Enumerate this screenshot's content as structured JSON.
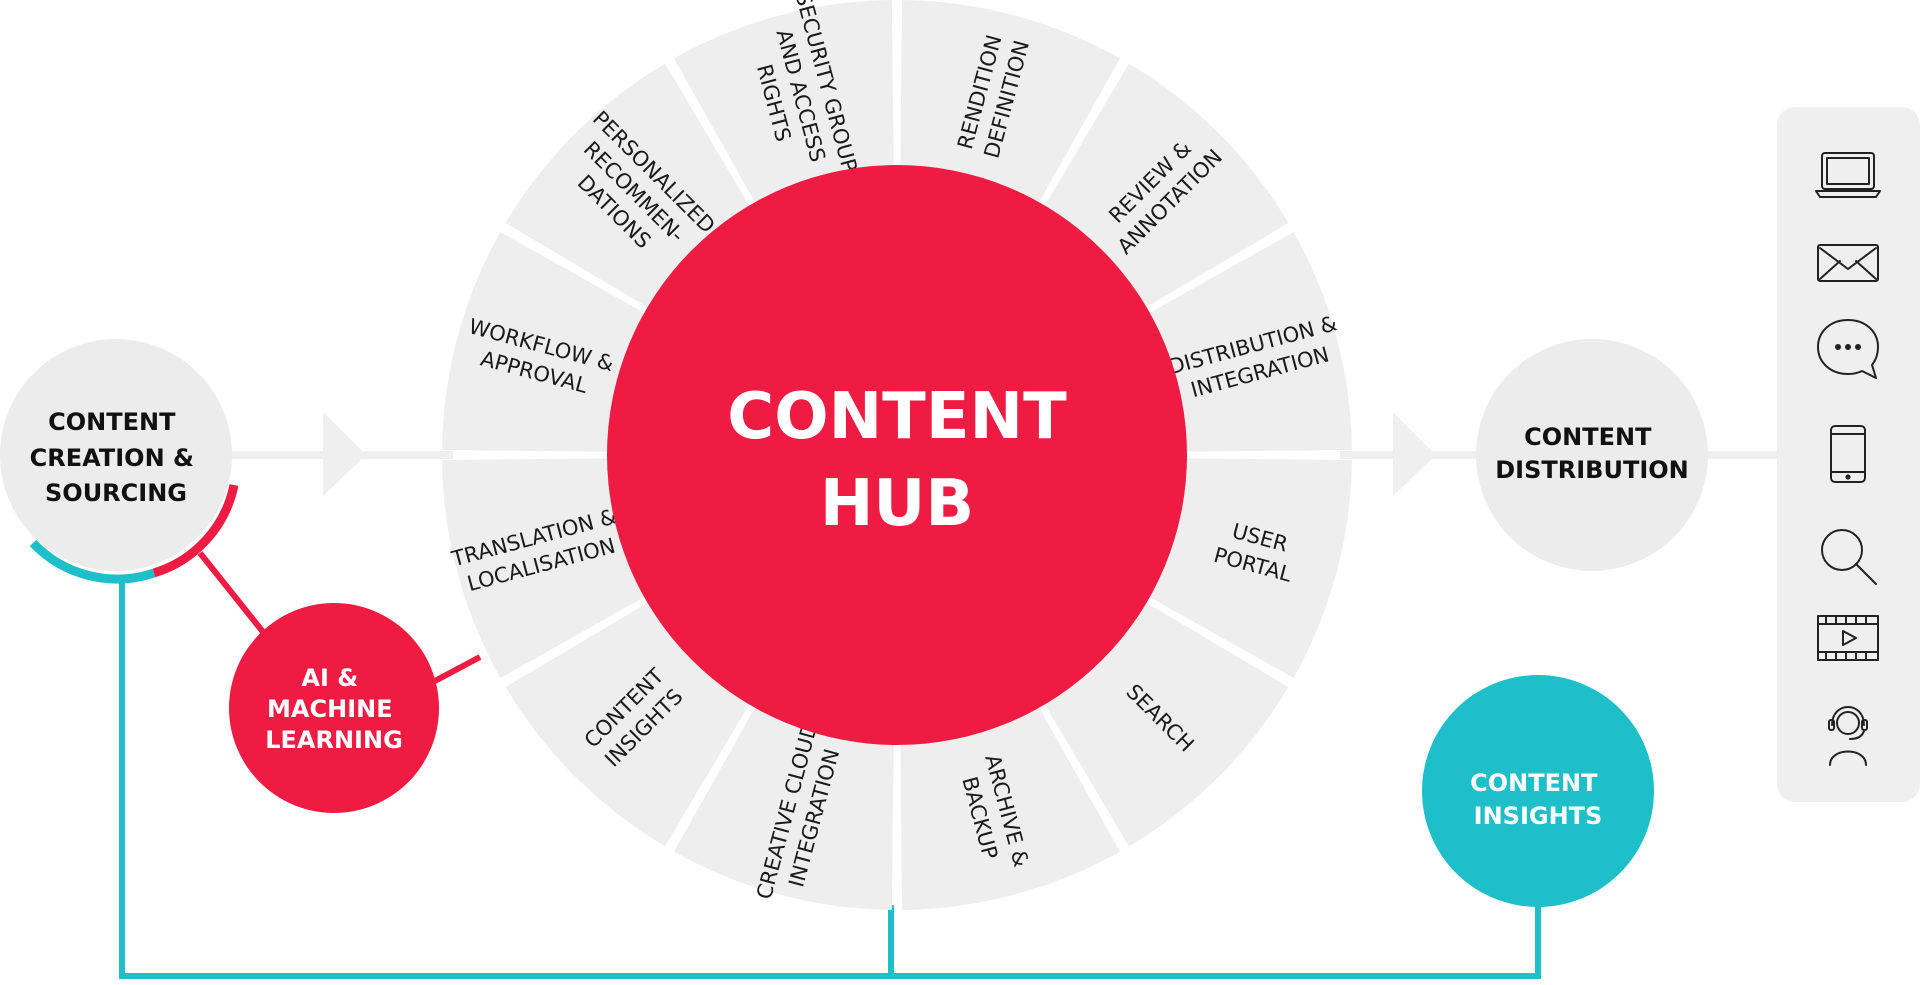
{
  "colors": {
    "hub": "#ee1b42",
    "teal": "#1ebfc8",
    "segment": "#eeeeee",
    "node": "#ececec",
    "connector": "#efefef",
    "text": "#1a1a1a"
  },
  "hub": {
    "line1": "CONTENT",
    "line2": "HUB"
  },
  "segments": [
    {
      "id": "security",
      "lines": [
        "SECURITY GROUPS",
        "AND ACCESS",
        "RIGHTS"
      ]
    },
    {
      "id": "rendition",
      "lines": [
        "RENDITION",
        "DEFINITION"
      ]
    },
    {
      "id": "review",
      "lines": [
        "REVIEW &",
        "ANNOTATION"
      ]
    },
    {
      "id": "distribution",
      "lines": [
        "DISTRIBUTION &",
        "INTEGRATION"
      ]
    },
    {
      "id": "user-portal",
      "lines": [
        "USER",
        "PORTAL"
      ]
    },
    {
      "id": "search",
      "lines": [
        "SEARCH"
      ]
    },
    {
      "id": "archive",
      "lines": [
        "ARCHIVE &",
        "BACKUP"
      ]
    },
    {
      "id": "creative-cloud",
      "lines": [
        "CREATIVE CLOUD",
        "INTEGRATION"
      ]
    },
    {
      "id": "content-insights",
      "lines": [
        "CONTENT",
        "INSIGHTS"
      ]
    },
    {
      "id": "translation",
      "lines": [
        "TRANSLATION &",
        "LOCALISATION"
      ]
    },
    {
      "id": "workflow",
      "lines": [
        "WORKFLOW &",
        "APPROVAL"
      ]
    },
    {
      "id": "personalized",
      "lines": [
        "PERSONALIZED",
        "RECOMMEN-",
        "DATIONS"
      ]
    }
  ],
  "nodes": {
    "creation": {
      "lines": [
        "CONTENT",
        "CREATION &",
        "SOURCING"
      ]
    },
    "ai": {
      "lines": [
        "AI &",
        "MACHINE",
        "LEARNING"
      ]
    },
    "distribution": {
      "lines": [
        "CONTENT",
        "DISTRIBUTION"
      ]
    },
    "insights": {
      "lines": [
        "CONTENT",
        "INSIGHTS"
      ]
    }
  },
  "channels": [
    "laptop-icon",
    "email-icon",
    "chat-icon",
    "mobile-icon",
    "search-icon",
    "video-icon",
    "support-agent-icon"
  ]
}
